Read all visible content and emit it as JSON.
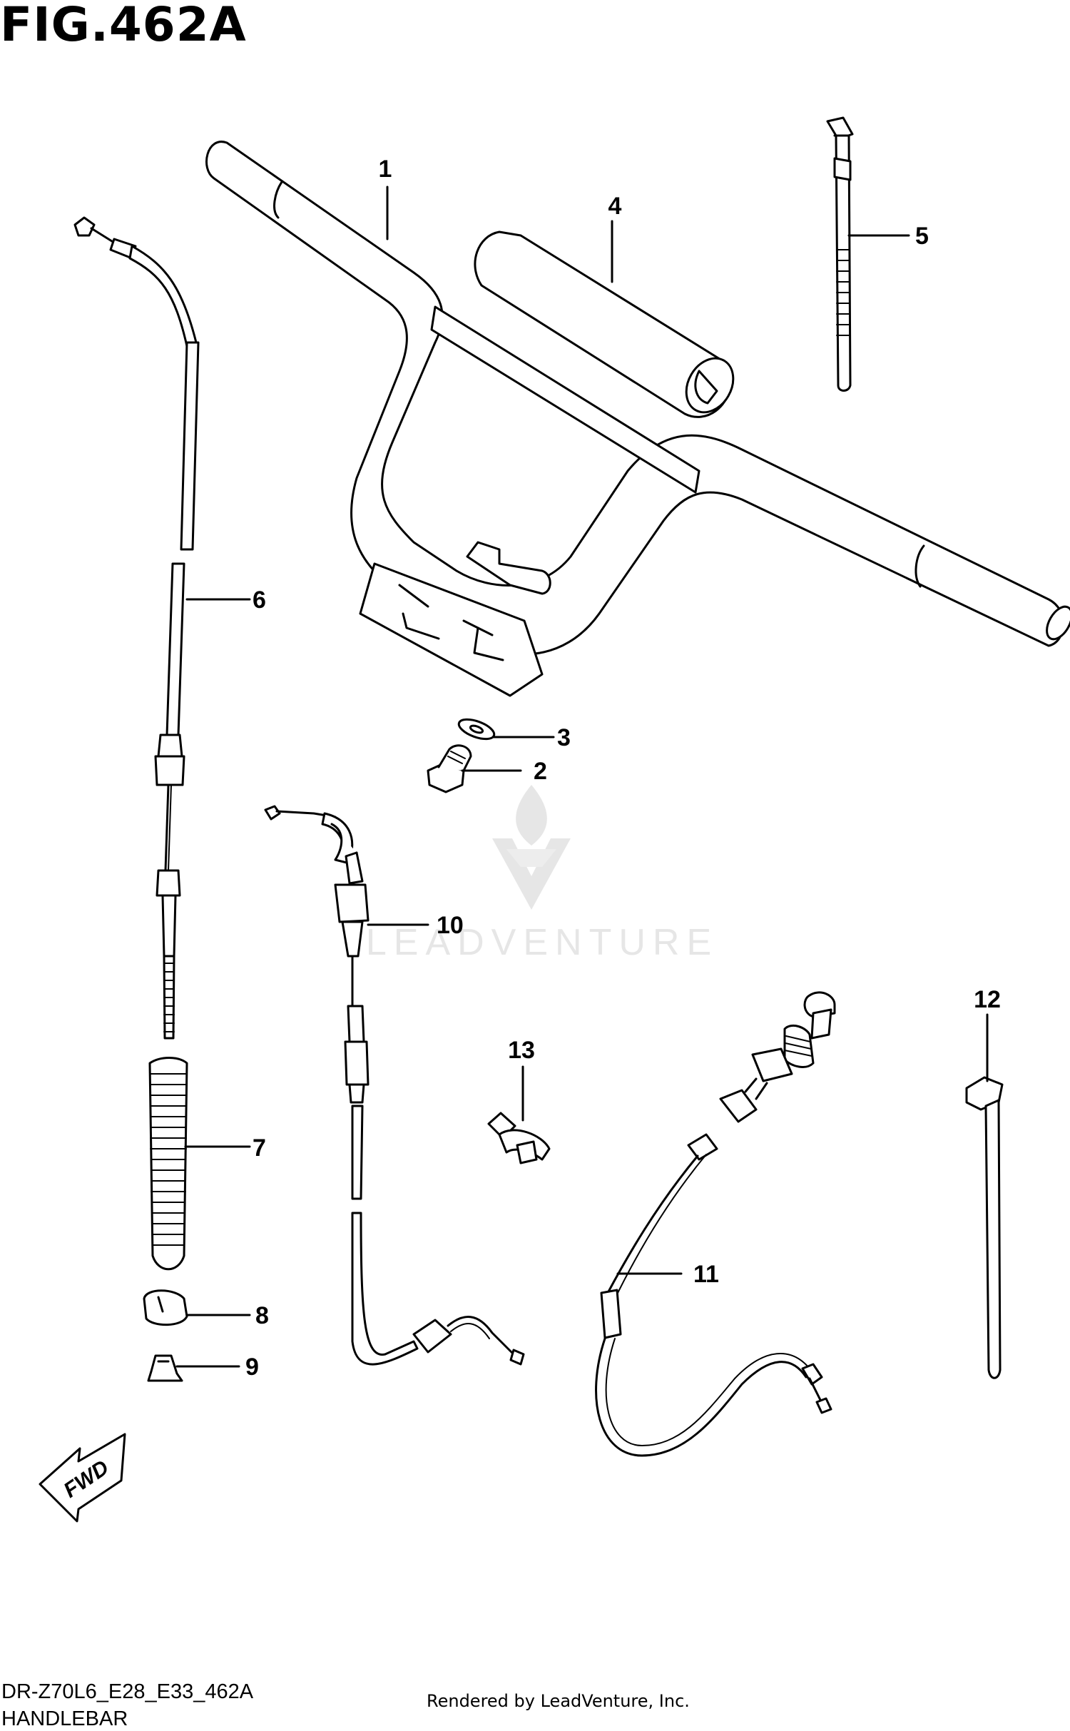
{
  "header": {
    "figure_title": "FIG.462A"
  },
  "footer": {
    "diagram_code": "DR-Z70L6_E28_E33_462A",
    "section_name": "HANDLEBAR",
    "credit": "Rendered by LeadVenture, Inc."
  },
  "watermark": {
    "text": "LEADVENTURE"
  },
  "direction_marker": {
    "label": "FWD"
  },
  "callouts": [
    {
      "number": "1"
    },
    {
      "number": "2"
    },
    {
      "number": "3"
    },
    {
      "number": "4"
    },
    {
      "number": "5"
    },
    {
      "number": "6"
    },
    {
      "number": "7"
    },
    {
      "number": "8"
    },
    {
      "number": "9"
    },
    {
      "number": "10"
    },
    {
      "number": "11"
    },
    {
      "number": "12"
    },
    {
      "number": "13"
    }
  ],
  "colors": {
    "line": "#000000",
    "background": "#ffffff",
    "watermark": "#e6e6e6"
  }
}
